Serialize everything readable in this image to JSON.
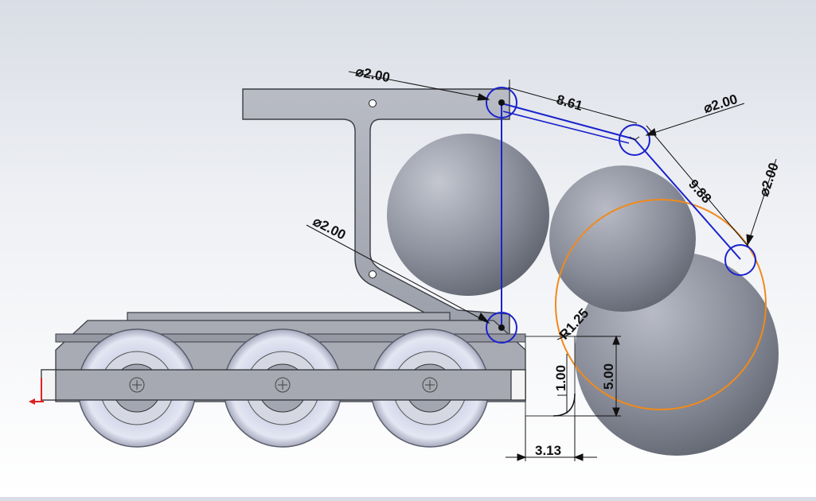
{
  "colors": {
    "sketch": "#1a22cc",
    "highlight": "#f08a1c",
    "dimension": "#111111",
    "origin": "#e02020",
    "part_fill": "#a9adb8",
    "sphere_base": "#8e929e"
  },
  "dimensions": {
    "dia_top_left": "⌀2.00",
    "dia_top_right": "⌀2.00",
    "dia_right": "⌀2.00",
    "dia_lower_left": "⌀2.00",
    "link_upper": "8.61",
    "link_lower": "9.88",
    "fillet_radius": "R1.25",
    "offset_small": "1.00",
    "height_large": "5.00",
    "width_bottom": "3.13"
  },
  "icons": {
    "origin": "origin-triad-icon",
    "wheel_center": "center-mark-icon"
  }
}
